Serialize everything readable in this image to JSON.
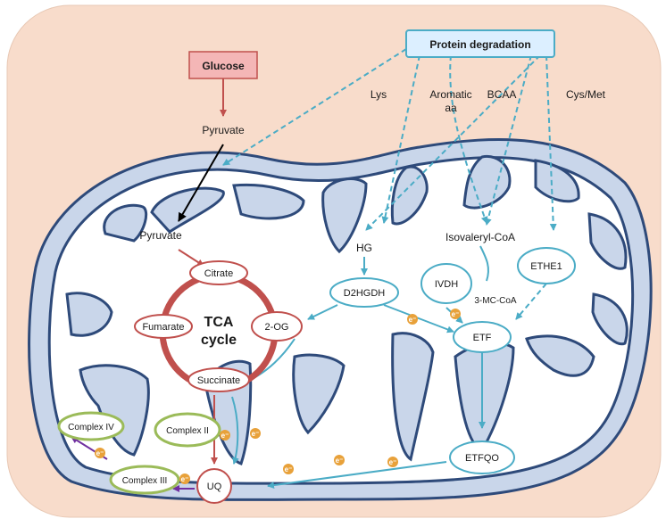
{
  "colors": {
    "cell_bg": "#f8dccb",
    "membrane_fill": "#c9d6ea",
    "membrane_stroke": "#2e4a7a",
    "matrix": "#ffffff",
    "tca_ring": "#c0504d",
    "protein_path": "#4bacc6",
    "glucose_box": "#f4b6b6",
    "protein_box": "#dcefff",
    "complex_border": "#9bbb59",
    "electron": "#e8a13a",
    "purple_arrow": "#7030a0"
  },
  "labels": {
    "protein_degradation": "Protein degradation",
    "glucose": "Glucose",
    "pyruvate_cyto": "Pyruvate",
    "pyruvate_mito": "Pyruvate",
    "lys": "Lys",
    "aromatic_1": "Aromatic",
    "aromatic_2": "aa",
    "bcaa": "BCAA",
    "cysmet": "Cys/Met",
    "hg": "HG",
    "isovaleryl": "Isovaleryl-CoA",
    "tca_1": "TCA",
    "tca_2": "cycle",
    "citrate": "Citrate",
    "fumarate": "Fumarate",
    "og": "2-OG",
    "succinate": "Succinate",
    "d2hgdh": "D2HGDH",
    "ivdh": "IVDH",
    "mccoa": "3-MC-CoA",
    "ethe1": "ETHE1",
    "etf": "ETF",
    "etfqo": "ETFQO",
    "uq": "UQ",
    "complex4": "Complex IV",
    "complex2": "Complex II",
    "complex3": "Complex III",
    "electron": "e⁻"
  }
}
